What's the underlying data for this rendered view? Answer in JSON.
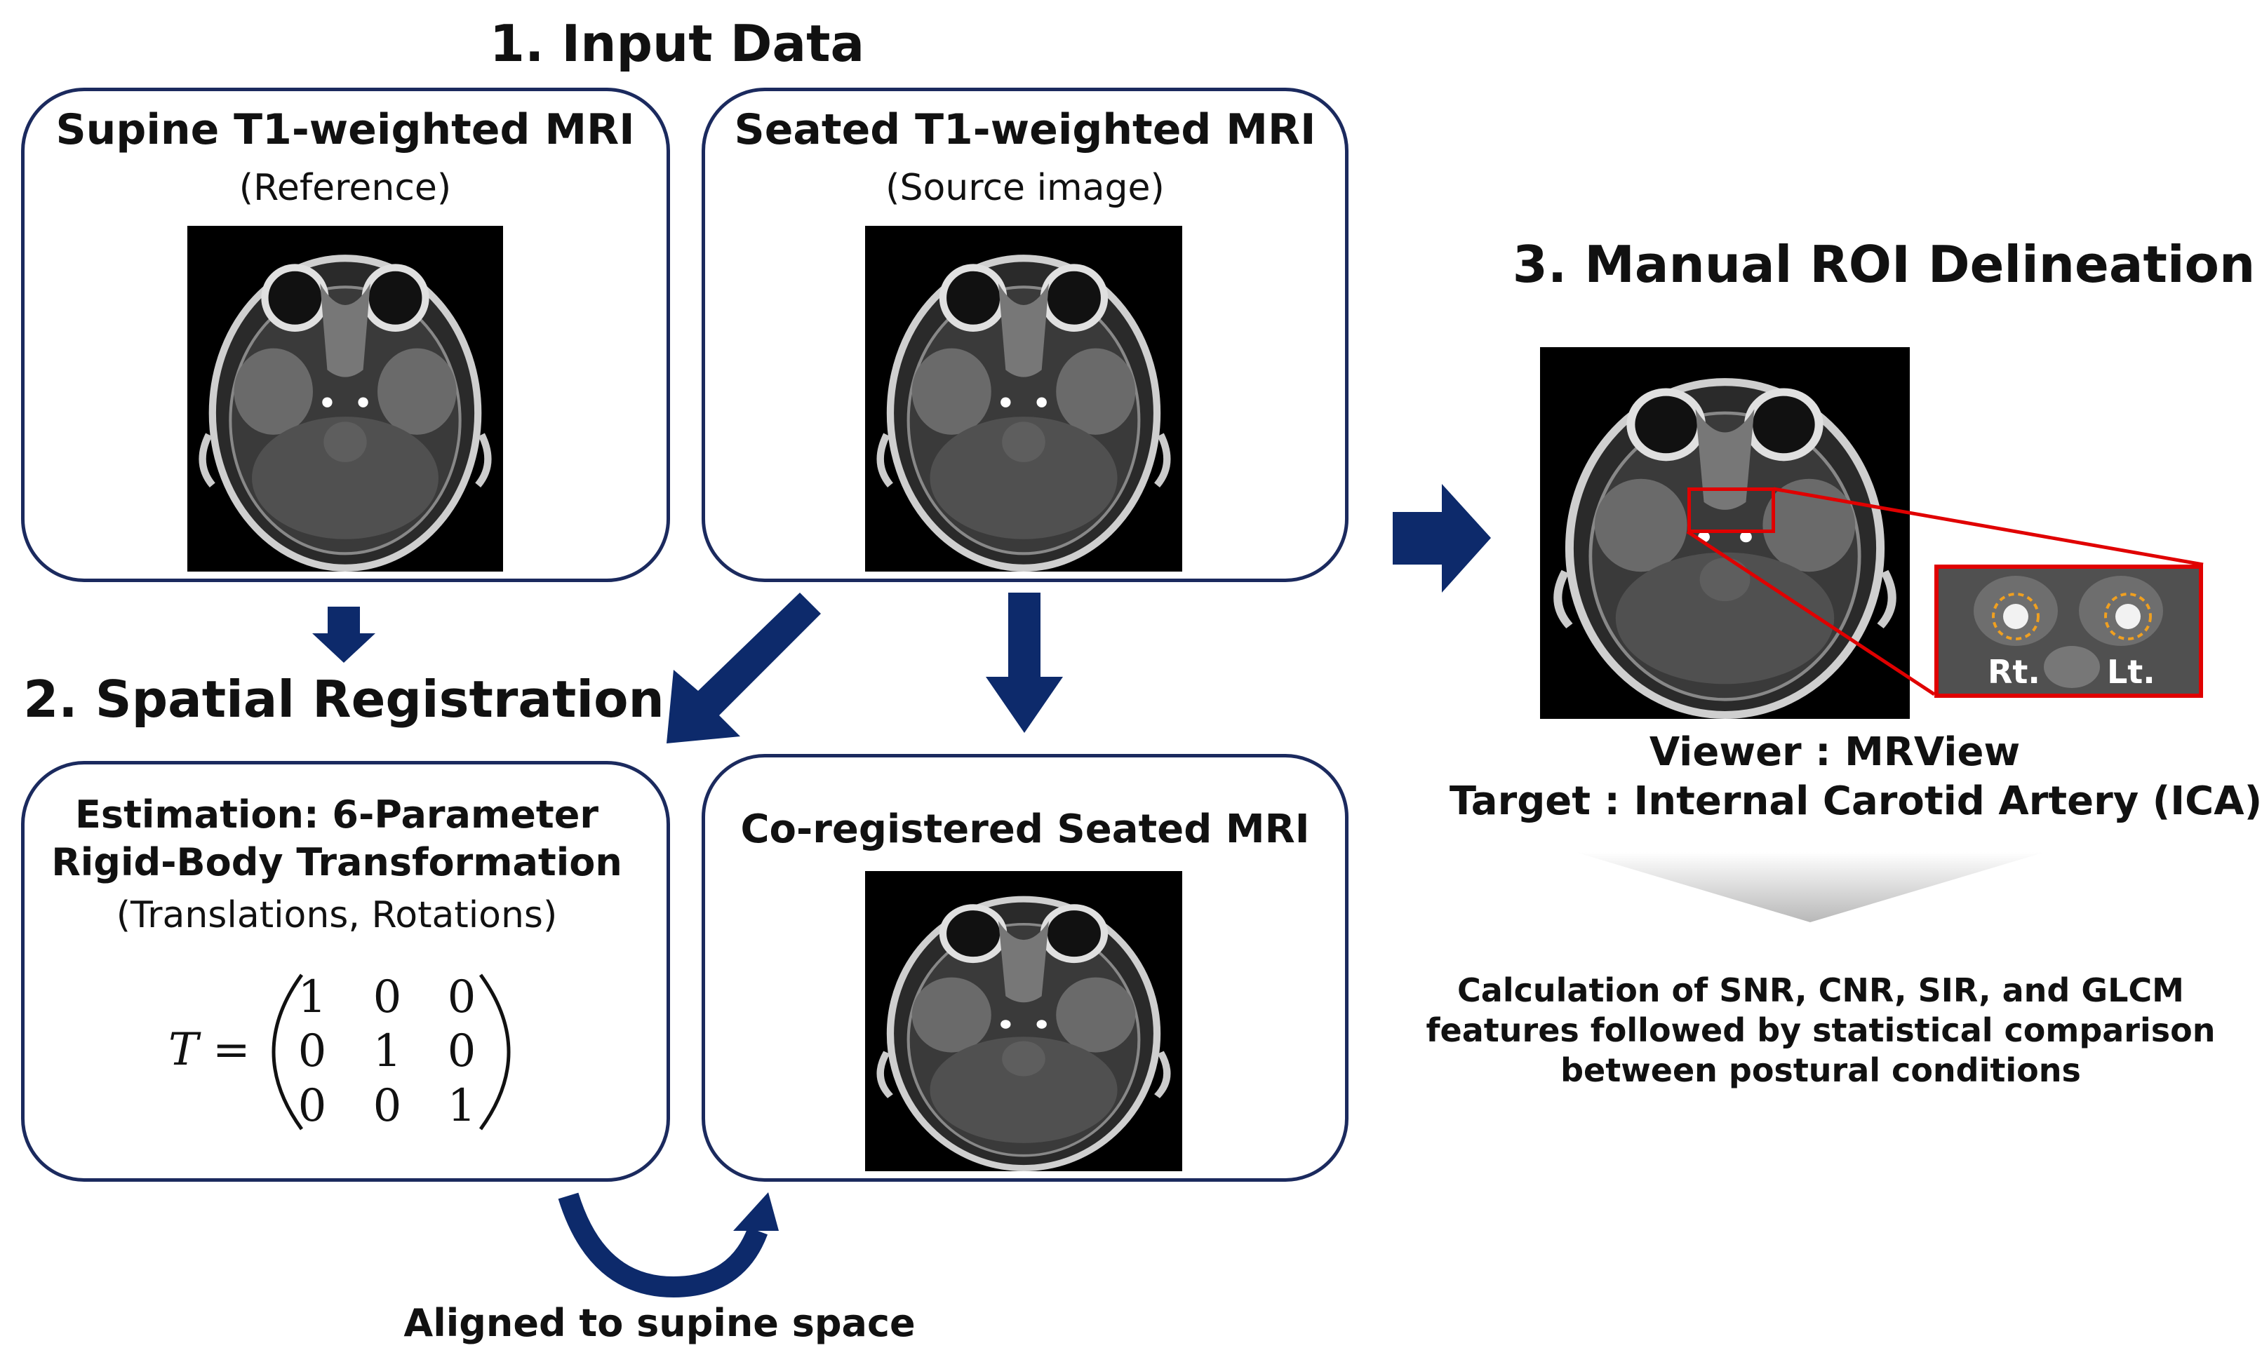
{
  "sections": {
    "input": "1. Input Data",
    "registration": "2. Spatial Registration",
    "roi": "3. Manual ROI Delineation"
  },
  "supine": {
    "title": "Supine T1-weighted MRI",
    "subtitle": "(Reference)"
  },
  "seated": {
    "title": "Seated T1-weighted MRI",
    "subtitle": "(Source image)"
  },
  "estimation": {
    "line1": "Estimation: 6-Parameter",
    "line2": "Rigid-Body Transformation",
    "line3": "(Translations, Rotations)",
    "symbol": "T =",
    "matrix": [
      [
        "1",
        "0",
        "0"
      ],
      [
        "0",
        "1",
        "0"
      ],
      [
        "0",
        "0",
        "1"
      ]
    ]
  },
  "coregistered": {
    "title": "Co-registered Seated MRI"
  },
  "aligned_label": "Aligned to supine space",
  "roi": {
    "viewer": "Viewer : MRView",
    "target": "Target : Internal Carotid Artery (ICA)",
    "zoom_right": "Rt.",
    "zoom_left": "Lt."
  },
  "calculation": {
    "line1": "Calculation of SNR, CNR, SIR, and GLCM",
    "line2": "features followed by statistical comparison",
    "line3": "between postural conditions"
  },
  "colors": {
    "box_border": "#1b2a5e",
    "arrow": "#0d2a6b",
    "roi_red": "#e00000",
    "roi_circle": "#f0a020"
  }
}
